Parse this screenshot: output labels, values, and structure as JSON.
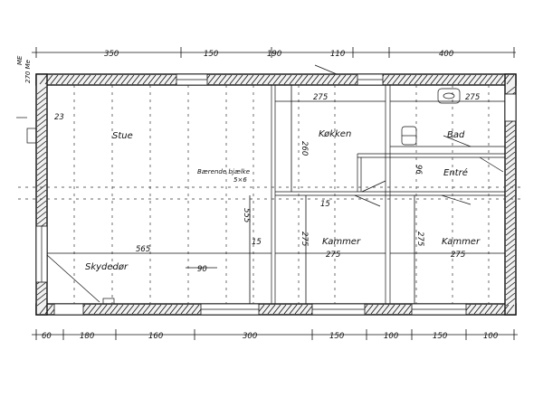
{
  "rooms": {
    "stue": "Stue",
    "kokken": "Køkken",
    "bad": "Bad",
    "entre": "Entré",
    "kammer1": "Kammer",
    "kammer2": "Kammer"
  },
  "annotations": {
    "skydedor": "Skydedør",
    "baerende": "Bærende bjælke",
    "baerende_size": "5×6",
    "corner_me": "ME",
    "corner_num": "270 Me"
  },
  "dimensions": {
    "top": [
      "350",
      "150",
      "190",
      "110",
      "400"
    ],
    "bottom": [
      "60",
      "180",
      "160",
      "300",
      "150",
      "100",
      "150",
      "100"
    ],
    "inner": {
      "d275_top": "275",
      "d275_bad": "275",
      "d260": "260",
      "d23": "23",
      "d565": "565",
      "d90": "90",
      "d555": "555",
      "d15a": "15",
      "d15b": "15",
      "d275_k1v": "275",
      "d275_k1h": "275",
      "d275_k2v": "275",
      "d275_k2h": "275",
      "d96": "96"
    }
  }
}
